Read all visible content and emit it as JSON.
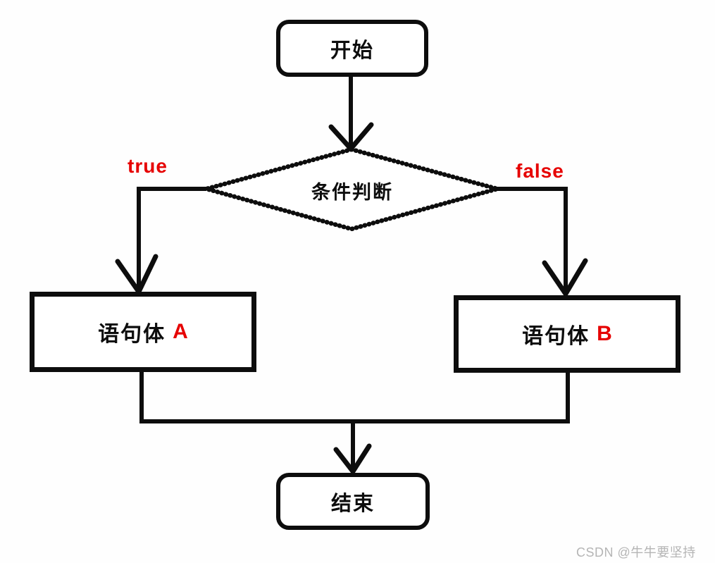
{
  "colors": {
    "stroke_black": "#0d0d0d",
    "accent_red": "#e60000",
    "watermark_gray": "#b5b5b5",
    "background": "#fefefe"
  },
  "flowchart": {
    "start": {
      "label": "开始",
      "shape": "terminator"
    },
    "condition": {
      "label": "条件判断",
      "shape": "decision"
    },
    "true_branch": {
      "label": "true"
    },
    "false_branch": {
      "label": "false"
    },
    "statement_a": {
      "label": "语句体",
      "letter": "A",
      "shape": "process"
    },
    "statement_b": {
      "label": "语句体",
      "letter": "B",
      "shape": "process"
    },
    "end": {
      "label": "结束",
      "shape": "terminator"
    }
  },
  "watermark": {
    "text": "CSDN @牛牛要坚持"
  }
}
